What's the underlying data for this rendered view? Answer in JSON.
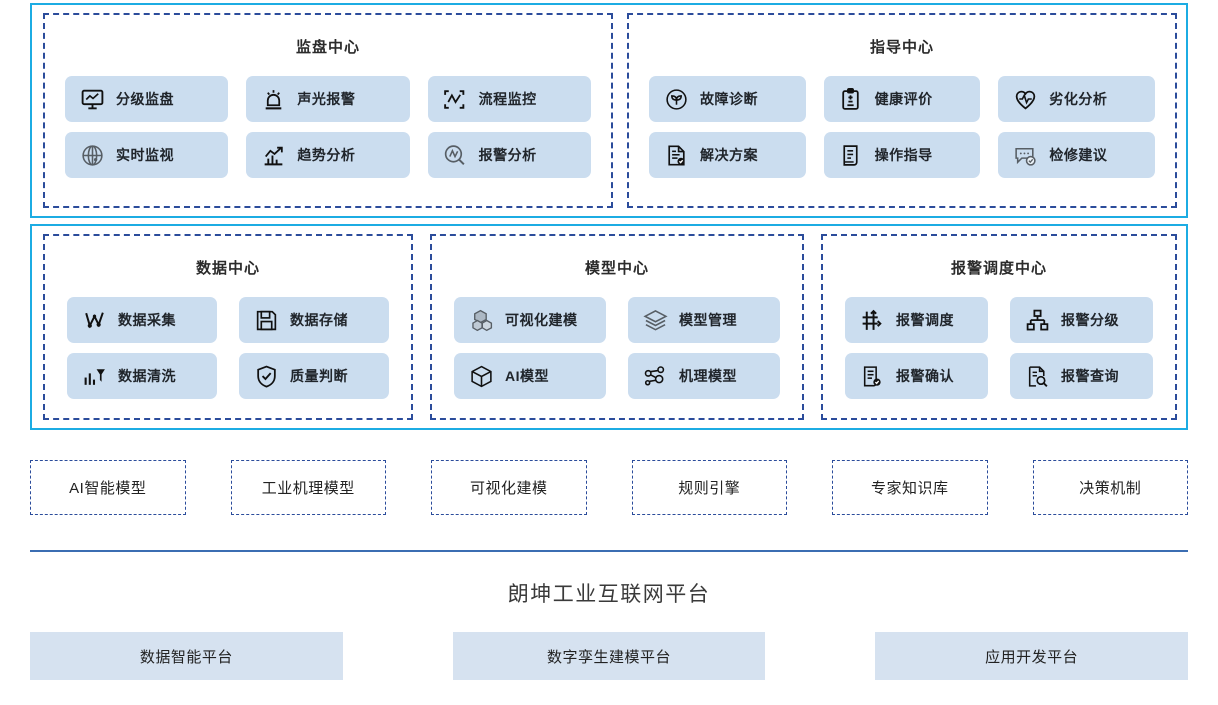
{
  "colors": {
    "band_border": "#1CACE3",
    "group_border": "#2B4C9B",
    "pill_bg": "#CBDDEF",
    "divider": "#3B6DB2",
    "platform_bg": "#D6E2F0"
  },
  "bands": [
    {
      "name": "top",
      "groups": [
        {
          "title": "监盘中心",
          "columns": 3,
          "items": [
            {
              "label": "分级监盘",
              "icon": "monitor-chart-icon",
              "style": "dark"
            },
            {
              "label": "声光报警",
              "icon": "alarm-siren-icon",
              "style": "dark"
            },
            {
              "label": "流程监控",
              "icon": "process-waveform-icon",
              "style": "dark"
            },
            {
              "label": "实时监视",
              "icon": "globe-icon",
              "style": "grey"
            },
            {
              "label": "趋势分析",
              "icon": "trend-bars-arrow-icon",
              "style": "dark"
            },
            {
              "label": "报警分析",
              "icon": "magnifier-wave-icon",
              "style": "grey"
            }
          ]
        },
        {
          "title": "指导中心",
          "columns": 3,
          "items": [
            {
              "label": "故障诊断",
              "icon": "sprout-circle-icon",
              "style": "dark"
            },
            {
              "label": "健康评价",
              "icon": "clipboard-plus-minus-icon",
              "style": "dark"
            },
            {
              "label": "劣化分析",
              "icon": "heart-pulse-icon",
              "style": "dark"
            },
            {
              "label": "解决方案",
              "icon": "document-check-icon",
              "style": "dark"
            },
            {
              "label": "操作指导",
              "icon": "document-lines-icon",
              "style": "dark"
            },
            {
              "label": "检修建议",
              "icon": "chat-check-icon",
              "style": "grey"
            }
          ]
        }
      ]
    },
    {
      "name": "second",
      "groups": [
        {
          "title": "数据中心",
          "columns": 2,
          "items": [
            {
              "label": "数据采集",
              "icon": "node-graph-icon",
              "style": "dark"
            },
            {
              "label": "数据存储",
              "icon": "floppy-disk-icon",
              "style": "dark"
            },
            {
              "label": "数据清洗",
              "icon": "bar-funnel-icon",
              "style": "dark"
            },
            {
              "label": "质量判断",
              "icon": "shield-check-icon",
              "style": "dark"
            }
          ]
        },
        {
          "title": "模型中心",
          "columns": 2,
          "items": [
            {
              "label": "可视化建模",
              "icon": "cubes-icon",
              "style": "grey"
            },
            {
              "label": "模型管理",
              "icon": "layers-icon",
              "style": "grey"
            },
            {
              "label": "AI模型",
              "icon": "cube-outline-icon",
              "style": "dark"
            },
            {
              "label": "机理模型",
              "icon": "molecule-nodes-icon",
              "style": "dark"
            }
          ]
        },
        {
          "title": "报警调度中心",
          "columns": 2,
          "items": [
            {
              "label": "报警调度",
              "icon": "dispatch-arrows-icon",
              "style": "dark"
            },
            {
              "label": "报警分级",
              "icon": "hierarchy-icon",
              "style": "dark"
            },
            {
              "label": "报警确认",
              "icon": "list-check-icon",
              "style": "dark"
            },
            {
              "label": "报警查询",
              "icon": "document-search-icon",
              "style": "dark"
            }
          ]
        }
      ]
    }
  ],
  "capability_chips": [
    "AI智能模型",
    "工业机理模型",
    "可视化建模",
    "规则引擎",
    "专家知识库",
    "决策机制"
  ],
  "platform": {
    "title": "朗坤工业互联网平台",
    "items": [
      "数据智能平台",
      "数字孪生建模平台",
      "应用开发平台"
    ]
  }
}
